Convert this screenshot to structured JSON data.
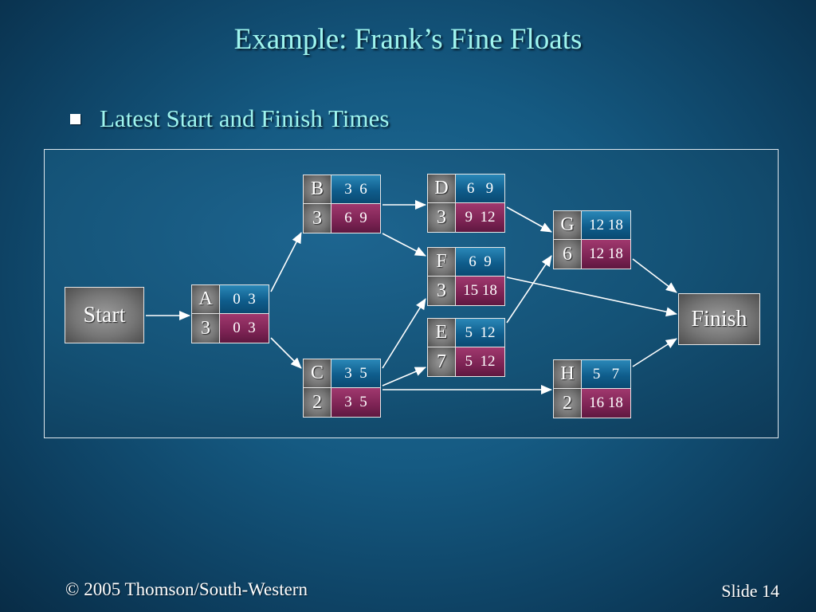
{
  "slide": {
    "title": "Example:  Frank’s Fine Floats",
    "bullet": "Latest Start and Finish Times",
    "footer_left": "© 2005  Thomson/South-Western",
    "footer_right": "Slide 14"
  },
  "network": {
    "start_label": "Start",
    "finish_label": "Finish",
    "activities": [
      {
        "id": "A",
        "duration": "3",
        "es_ef": "0  3",
        "ls_lf": "0  3"
      },
      {
        "id": "B",
        "duration": "3",
        "es_ef": "3  6",
        "ls_lf": "6  9"
      },
      {
        "id": "C",
        "duration": "2",
        "es_ef": "3  5",
        "ls_lf": "3  5"
      },
      {
        "id": "D",
        "duration": "3",
        "es_ef": "6   9",
        "ls_lf": "9  12"
      },
      {
        "id": "E",
        "duration": "7",
        "es_ef": "5  12",
        "ls_lf": "5  12"
      },
      {
        "id": "F",
        "duration": "3",
        "es_ef": "6  9",
        "ls_lf": "15 18"
      },
      {
        "id": "G",
        "duration": "6",
        "es_ef": "12 18",
        "ls_lf": "12 18"
      },
      {
        "id": "H",
        "duration": "2",
        "es_ef": "5   7",
        "ls_lf": "16 18"
      }
    ],
    "edges": [
      [
        "Start",
        "A"
      ],
      [
        "A",
        "B"
      ],
      [
        "A",
        "C"
      ],
      [
        "B",
        "D"
      ],
      [
        "B",
        "F"
      ],
      [
        "C",
        "F"
      ],
      [
        "C",
        "E"
      ],
      [
        "C",
        "H"
      ],
      [
        "D",
        "G"
      ],
      [
        "E",
        "G"
      ],
      [
        "F",
        "Finish"
      ],
      [
        "G",
        "Finish"
      ],
      [
        "H",
        "Finish"
      ]
    ]
  }
}
